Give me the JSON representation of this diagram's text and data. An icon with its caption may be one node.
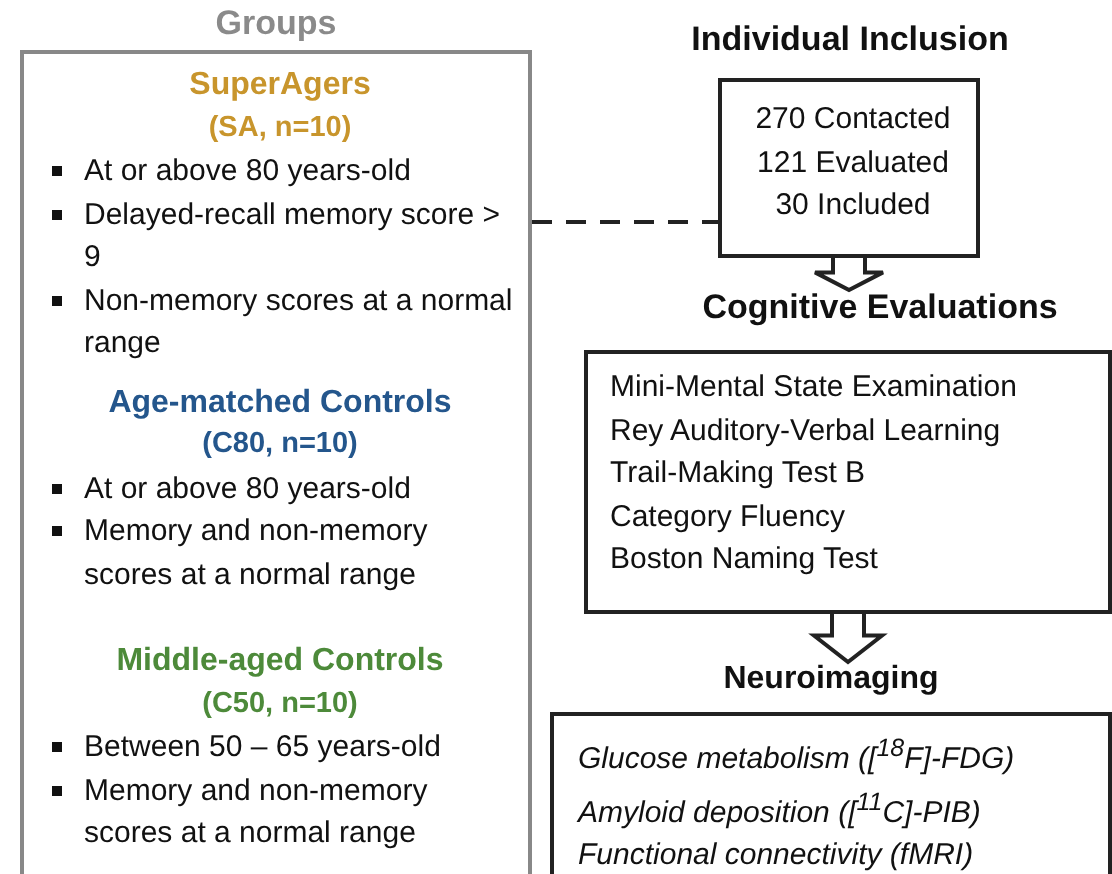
{
  "diagram": {
    "nodes": [
      {
        "text": [
          "Groups",
          "SuperAgers",
          "(SA, n=10)",
          "At or above 80 years-old",
          "Delayed-recall memory score > 9",
          "Non-memory scores at a normal range",
          "Age-matched Controls",
          "(C80, n=10)",
          "At or above 80 years-old",
          "Memory and non-memory scores at a normal range",
          "Middle-aged Controls",
          "(C50, n=10)",
          "Between 50 – 65 years-old",
          "Memory and non-memory scores at a normal range"
        ]
      },
      {
        "text": [
          "Individual Inclusion",
          "270 Contacted",
          "121 Evaluated",
          "30 Included"
        ]
      },
      {
        "text": [
          "Cognitive Evaluations",
          "Mini-Mental State Examination",
          "Rey Auditory-Verbal Learning",
          "Trail-Making Test B",
          "Category Fluency",
          "Boston Naming Test"
        ]
      },
      {
        "text": [
          "Neuroimaging",
          "Glucose metabolism ([$^{18}$F]-FDG)",
          "Amyloid deposition ([$^{11}$C]-PIB)",
          "Functional connectivity (fMRI)"
        ]
      }
    ],
    "edges": [
      {
        "from": 0,
        "to": 1,
        "arrow": "none",
        "style": "dashed"
      },
      {
        "from": 1,
        "to": 2,
        "arrow": "to"
      },
      {
        "from": 2,
        "to": 3,
        "arrow": "to"
      }
    ]
  }
}
